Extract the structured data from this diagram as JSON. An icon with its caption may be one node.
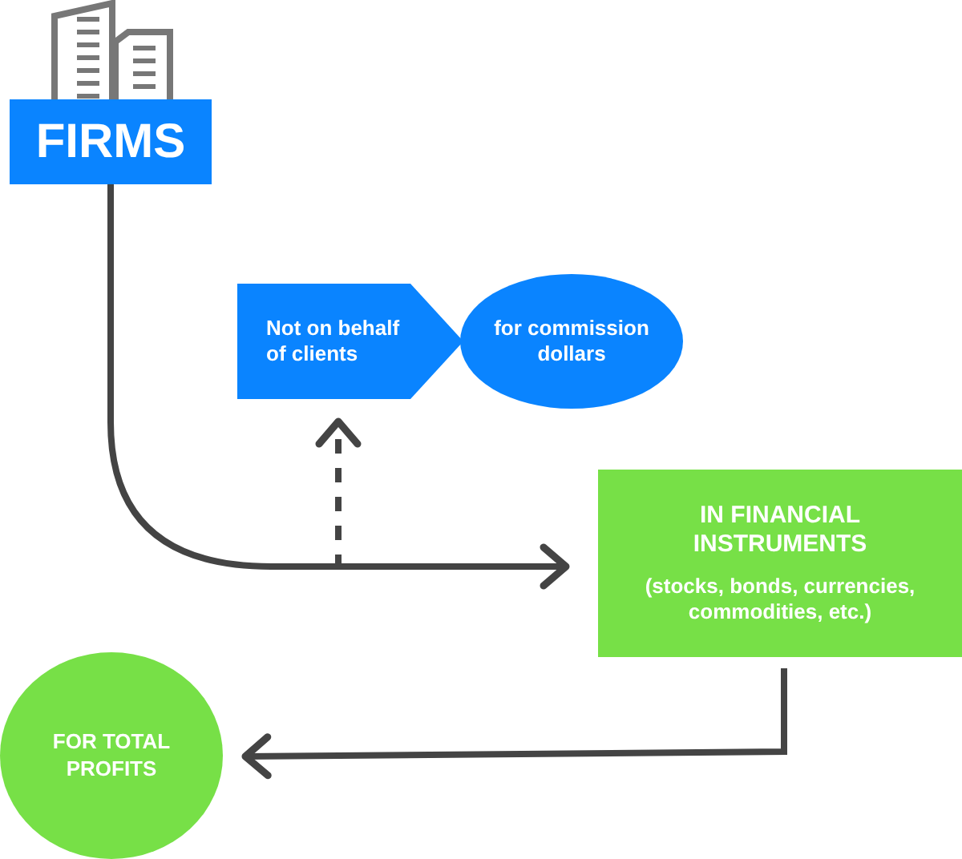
{
  "diagram": {
    "nodes": [
      {
        "text": [
          "FIRMS"
        ]
      },
      {
        "text": [
          "Not on behalf of clients"
        ]
      },
      {
        "text": [
          "for commission dollars"
        ]
      },
      {
        "text": [
          "IN FINANCIAL INSTRUMENTS",
          "(stocks, bonds, currencies, commodities, etc.)"
        ]
      },
      {
        "text": [
          "FOR TOTAL PROFITS"
        ]
      }
    ],
    "edges": [
      {
        "from": 0,
        "to": 3,
        "arrow": "to"
      },
      {
        "from": null,
        "to": 1,
        "arrow": "to",
        "style": "dashed"
      },
      {
        "from": 3,
        "to": 4,
        "arrow": "to"
      }
    ]
  }
}
